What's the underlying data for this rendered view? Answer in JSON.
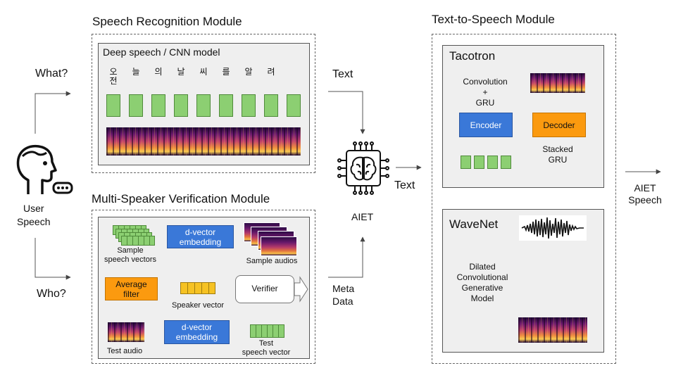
{
  "user": {
    "label_line1": "User",
    "label_line2": "Speech"
  },
  "questions": {
    "what": "What?",
    "who": "Who?"
  },
  "speech_recognition": {
    "title": "Speech Recognition Module",
    "panel_title": "Deep speech / CNN model",
    "chars": [
      "오\n전",
      "늘",
      "의",
      "날",
      "씨",
      "를",
      "알",
      "려"
    ]
  },
  "verification": {
    "title": "Multi-Speaker Verification Module",
    "sample_vectors": "Sample\nspeech vectors",
    "dvector_top": "d-vector\nembedding",
    "sample_audios": "Sample audios",
    "average_filter": "Average\nfilter",
    "speaker_vector": "Speaker vector",
    "verifier": "Verifier",
    "test_audio": "Test audio",
    "dvector_bottom": "d-vector\nembedding",
    "test_vector": "Test\nspeech vector"
  },
  "center": {
    "text_top": "Text",
    "text_right": "Text",
    "aiet": "AIET",
    "meta": "Meta\nData"
  },
  "tts": {
    "title": "Text-to-Speech Module",
    "tacotron": "Tacotron",
    "conv_gru": "Convolution\n+\nGRU",
    "encoder": "Encoder",
    "decoder": "Decoder",
    "stacked_gru": "Stacked\nGRU",
    "wavenet": "WaveNet",
    "dilated": "Dilated\nConvolutional\nGenerative\nModel"
  },
  "output": {
    "label": "AIET\nSpeech"
  },
  "colors": {
    "blue": "#3a78d8",
    "orange": "#fb9a0f",
    "green": "#8ccf72",
    "yellow": "#f6c223"
  },
  "icons": [
    "user-speaking-icon",
    "ai-brain-chip-icon",
    "waveform-icon"
  ]
}
